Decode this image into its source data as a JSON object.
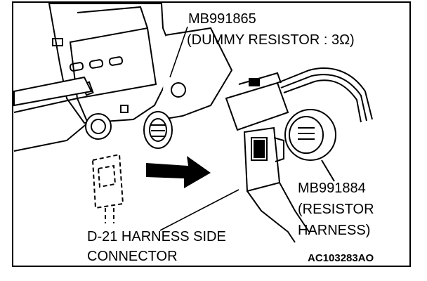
{
  "labels": {
    "tool_1_part_no": "MB991865",
    "tool_1_desc": "(DUMMY RESISTOR : 3Ω)",
    "tool_2_part_no": "MB991884",
    "tool_2_desc_1": "(RESISTOR",
    "tool_2_desc_2": "HARNESS)",
    "connector_line_1": "D-21  HARNESS SIDE",
    "connector_line_2": "CONNECTOR"
  },
  "figure_code": "AC103283AO"
}
